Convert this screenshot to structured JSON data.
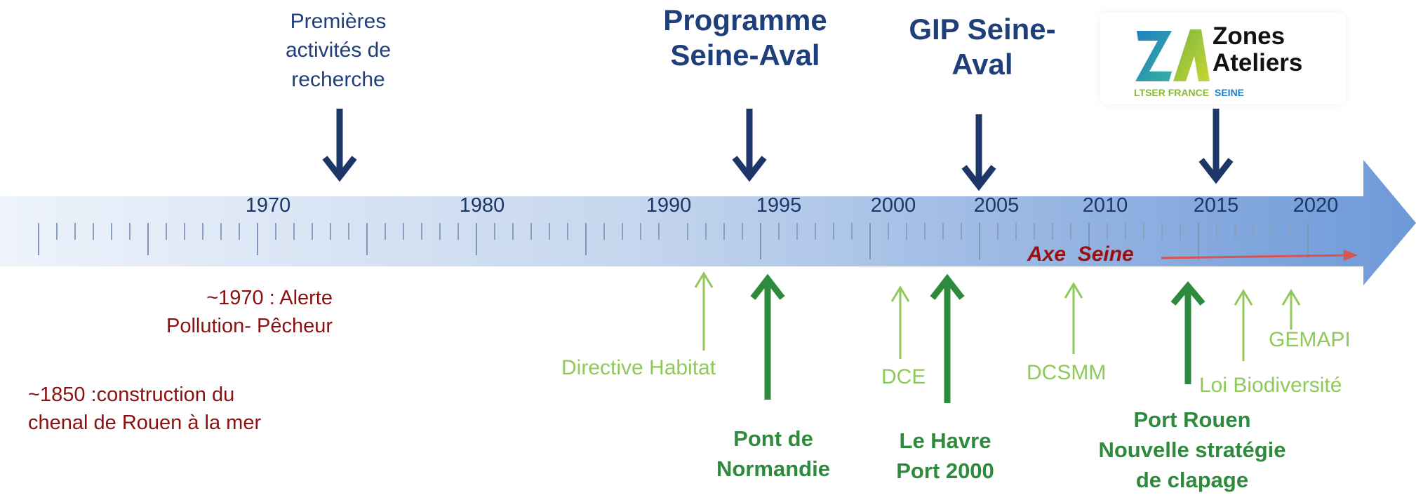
{
  "timeline": {
    "years": [
      {
        "label": "1970",
        "year": 1970
      },
      {
        "label": "1980",
        "year": 1980
      },
      {
        "label": "1990",
        "year": 1990
      },
      {
        "label": "1995",
        "year": 1995
      },
      {
        "label": "2000",
        "year": 2000
      },
      {
        "label": "2005",
        "year": 2005
      },
      {
        "label": "2010",
        "year": 2010
      },
      {
        "label": "2015",
        "year": 2015
      },
      {
        "label": "2020",
        "year": 2020
      }
    ],
    "axis_label": "Axe  Seine"
  },
  "top_events": {
    "premieres": "Premières\nactivités de\nrecherche",
    "programme": "Programme\nSeine-Aval",
    "gip": "GIP Seine-\nAval"
  },
  "logo": {
    "mark": "ZA",
    "line1": "Zones",
    "line2": "Ateliers",
    "sub_left": "LTSER FRANCE",
    "sub_right": "SEINE"
  },
  "notes": {
    "alerte": "~1970 : Alerte\nPollution- Pêcheur",
    "chenal": "~1850 :construction du\nchenal de Rouen à la mer"
  },
  "minor_events": {
    "directive": "Directive Habitat",
    "dce": "DCE",
    "dcsmm": "DCSMM",
    "loi": "Loi Biodiversité",
    "gemapi": "GEMAPI"
  },
  "major_events": {
    "pont": "Pont de\nNormandie",
    "havre": "Le Havre\nPort 2000",
    "rouen": "Port Rouen\nNouvelle stratégie\nde clapage"
  },
  "colors": {
    "navy": "#1c3767",
    "dark_green": "#2e8a3c",
    "light_green": "#8fc95a",
    "red": "#8b1010",
    "band_start": "#e9f0fa",
    "band_end": "#6f9ad8"
  }
}
